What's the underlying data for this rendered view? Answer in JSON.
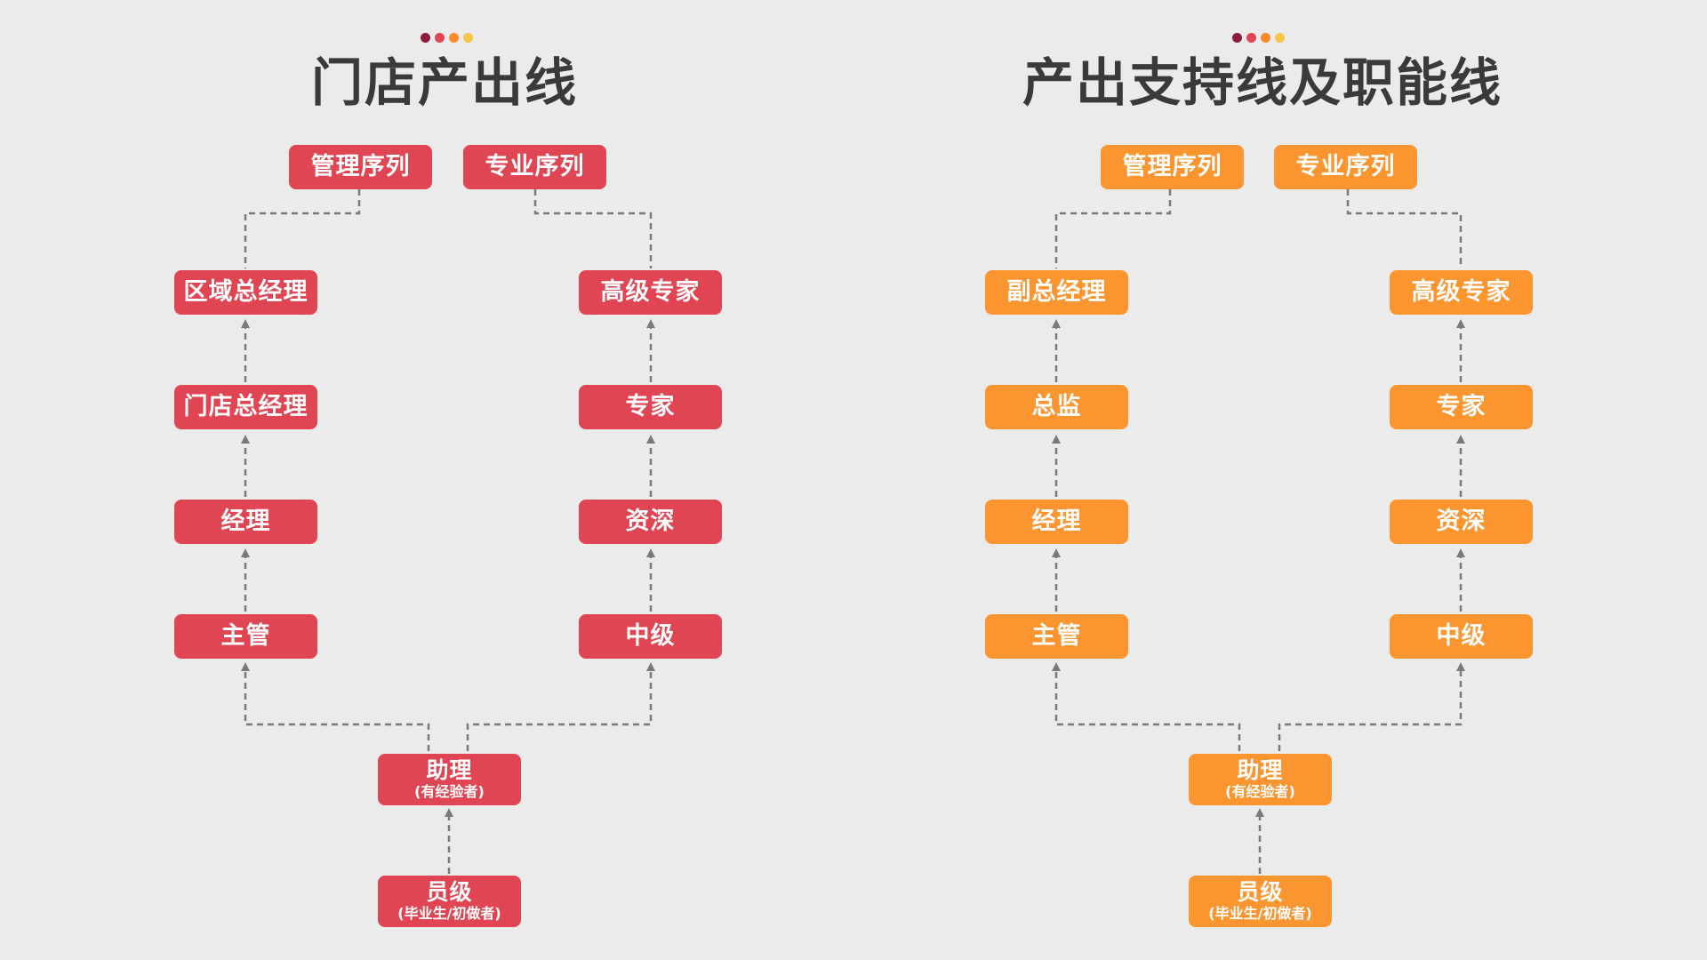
{
  "colors": {
    "background": "#ebebeb",
    "title": "#3a3a3a",
    "red_box": "#e04553",
    "orange_box": "#fb9530",
    "connector": "#7a7a7a",
    "dot_colors": [
      "#8c1d3c",
      "#e04553",
      "#fb8a2a",
      "#f5c64a"
    ]
  },
  "left": {
    "title": "门店产出线",
    "management_header": "管理序列",
    "professional_header": "专业序列",
    "management_levels": [
      "区域总经理",
      "门店总经理",
      "经理",
      "主管"
    ],
    "professional_levels": [
      "高级专家",
      "专家",
      "资深",
      "中级"
    ],
    "assistant": {
      "label": "助理",
      "sub": "(有经验者)"
    },
    "staff": {
      "label": "员级",
      "sub": "(毕业生/初做者)"
    }
  },
  "right": {
    "title": "产出支持线及职能线",
    "management_header": "管理序列",
    "professional_header": "专业序列",
    "management_levels": [
      "副总经理",
      "总监",
      "经理",
      "主管"
    ],
    "professional_levels": [
      "高级专家",
      "专家",
      "资深",
      "中级"
    ],
    "assistant": {
      "label": "助理",
      "sub": "(有经验者)"
    },
    "staff": {
      "label": "员级",
      "sub": "(毕业生/初做者)"
    }
  }
}
